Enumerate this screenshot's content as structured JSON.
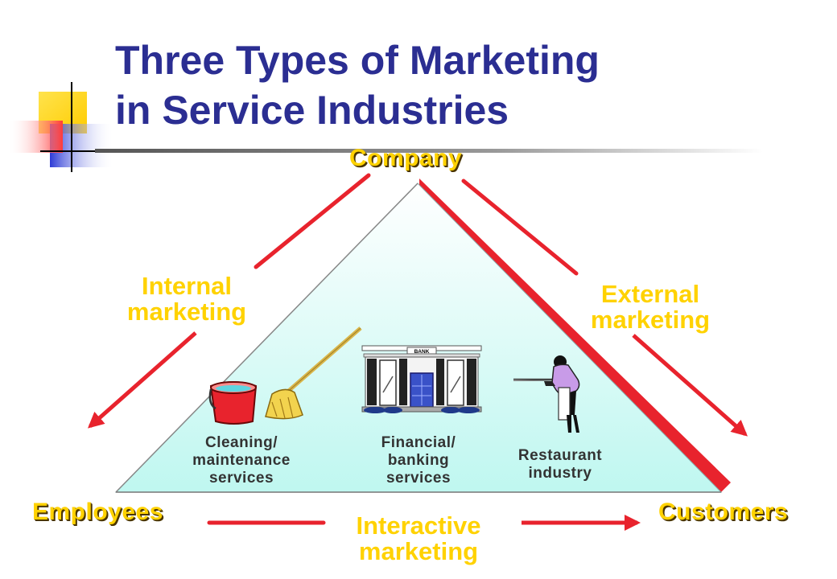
{
  "slide": {
    "title_line1": "Three Types of Marketing",
    "title_line2": "in Service Industries"
  },
  "diagram": {
    "vertices": {
      "top": "Company",
      "left": "Employees",
      "right": "Customers"
    },
    "relations": {
      "internal": [
        "Internal",
        "marketing"
      ],
      "external": [
        "External",
        "marketing"
      ],
      "interactive": [
        "Interactive",
        "marketing"
      ]
    },
    "industries": [
      {
        "lines": [
          "Cleaning/",
          "maintenance",
          "services"
        ],
        "icon": "mop-bucket-icon"
      },
      {
        "lines": [
          "Financial/",
          "banking",
          "services"
        ],
        "icon": "bank-building-icon"
      },
      {
        "lines": [
          "Restaurant",
          "industry"
        ],
        "icon": "waiter-icon"
      }
    ],
    "bank_sign": "BANK"
  },
  "colors": {
    "title": "#2b2e92",
    "label": "#ffd200",
    "arrow": "#e8232d",
    "triangle_fill": "#dffbf7",
    "triangle_edge": "#e8232d"
  }
}
